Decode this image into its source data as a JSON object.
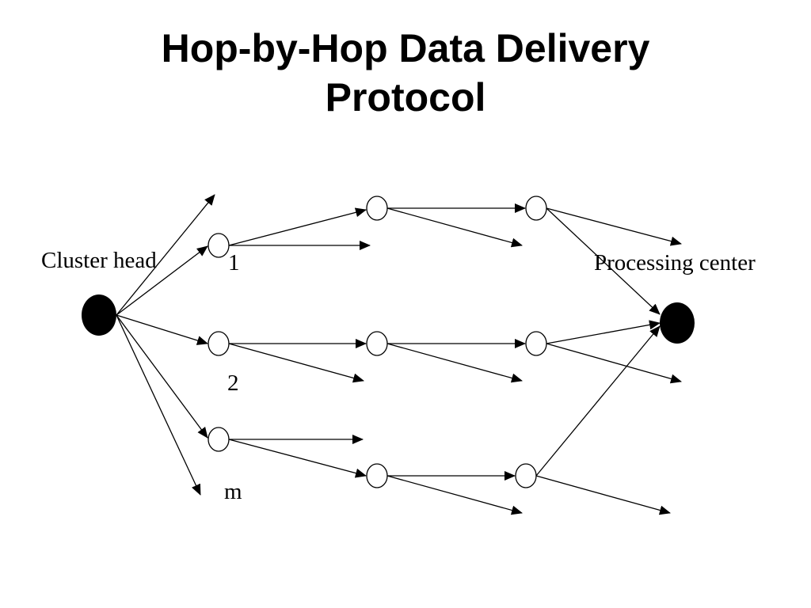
{
  "title": {
    "line1": "Hop-by-Hop Data Delivery",
    "line2": "Protocol"
  },
  "diagram": {
    "source_label": "Cluster head",
    "sink_label": "Processing center",
    "path_labels": [
      "1",
      "2",
      "m"
    ],
    "line_color": "#000000",
    "node_fill": "#ffffff",
    "endpoint_fill": "#000000"
  }
}
